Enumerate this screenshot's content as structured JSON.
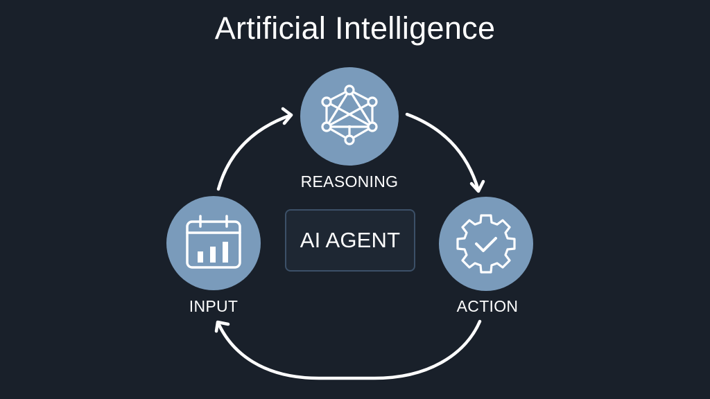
{
  "title": "Artificial Intelligence",
  "colors": {
    "background": "#19202a",
    "node_fill": "#7a9bbb",
    "icon_stroke": "#ffffff",
    "arrow": "#ffffff",
    "center_box_fill": "#1e2733",
    "center_box_border": "#3c5068",
    "text": "#ffffff"
  },
  "center": {
    "label": "AI AGENT"
  },
  "nodes": [
    {
      "id": "reasoning",
      "label": "REASONING",
      "icon": "neural-network-icon"
    },
    {
      "id": "action",
      "label": "ACTION",
      "icon": "gear-check-icon"
    },
    {
      "id": "input",
      "label": "INPUT",
      "icon": "calendar-chart-icon"
    }
  ],
  "flow": [
    {
      "from": "INPUT",
      "to": "REASONING"
    },
    {
      "from": "REASONING",
      "to": "ACTION"
    },
    {
      "from": "ACTION",
      "to": "INPUT"
    }
  ]
}
